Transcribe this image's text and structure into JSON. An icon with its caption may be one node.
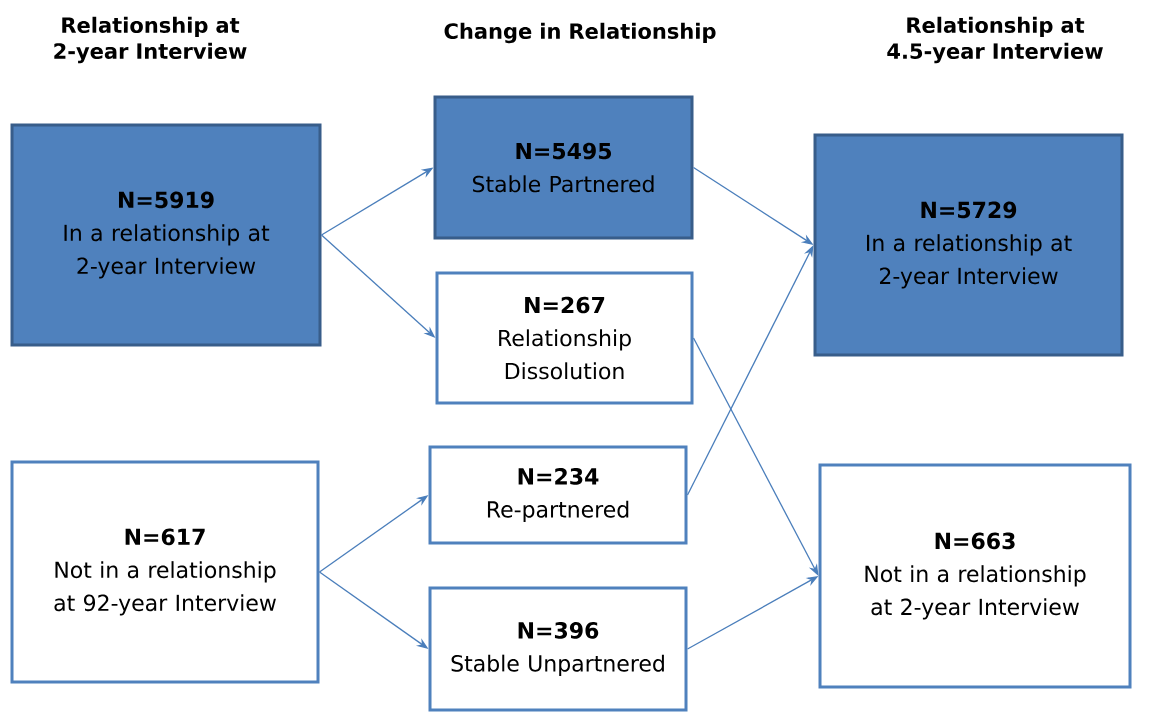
{
  "diagram": {
    "nodes": [
      {
        "text": [
          "N=5919",
          "In a relationship at 2-year Interview"
        ]
      },
      {
        "text": [
          "N=617",
          "Not in a relationship at 92-year Interview"
        ]
      },
      {
        "text": [
          "N=5495",
          "Stable Partnered"
        ]
      },
      {
        "text": [
          "N=267",
          "Relationship Dissolution"
        ]
      },
      {
        "text": [
          "N=234",
          "Re-partnered"
        ]
      },
      {
        "text": [
          "N=396",
          "Stable Unpartnered"
        ]
      },
      {
        "text": [
          "N=5729",
          "In a relationship at 2-year Interview"
        ]
      },
      {
        "text": [
          "N=663",
          "Not in a relationship at 2-year Interview"
        ]
      }
    ],
    "edges": [
      {
        "from": 0,
        "to": 2,
        "arrow": "to"
      },
      {
        "from": 0,
        "to": 3,
        "arrow": "to"
      },
      {
        "from": 1,
        "to": 4,
        "arrow": "to"
      },
      {
        "from": 1,
        "to": 5,
        "arrow": "to"
      },
      {
        "from": 2,
        "to": 6,
        "arrow": "to"
      },
      {
        "from": 3,
        "to": 7,
        "arrow": "to"
      },
      {
        "from": 4,
        "to": 6,
        "arrow": "to"
      },
      {
        "from": 5,
        "to": 7,
        "arrow": "to"
      }
    ],
    "labels": [
      "Relationship at 2-year Interview",
      "Change in Relationship",
      "Relationship at 4.5-year Interview"
    ]
  }
}
